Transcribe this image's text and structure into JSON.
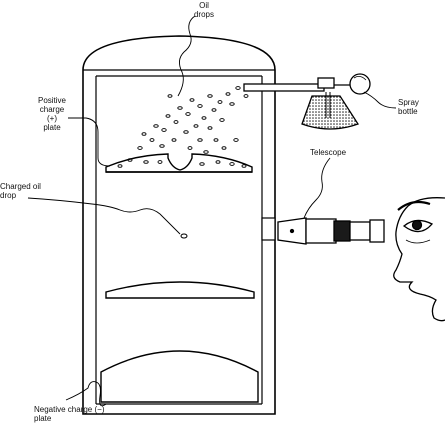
{
  "labels": {
    "oil_drops": "Oil\ndrops",
    "positive_plate": "Positive\ncharge\n(+)\nplate",
    "spray_bottle": "Spray\nbottle",
    "telescope": "Telescope",
    "charged_oil_drop": "Charged oil\ndrop",
    "negative_plate": "Negative charge (−)\nplate"
  },
  "colors": {
    "stroke": "#000000",
    "fill_dark": "#1a1a1a",
    "bg": "#ffffff"
  }
}
